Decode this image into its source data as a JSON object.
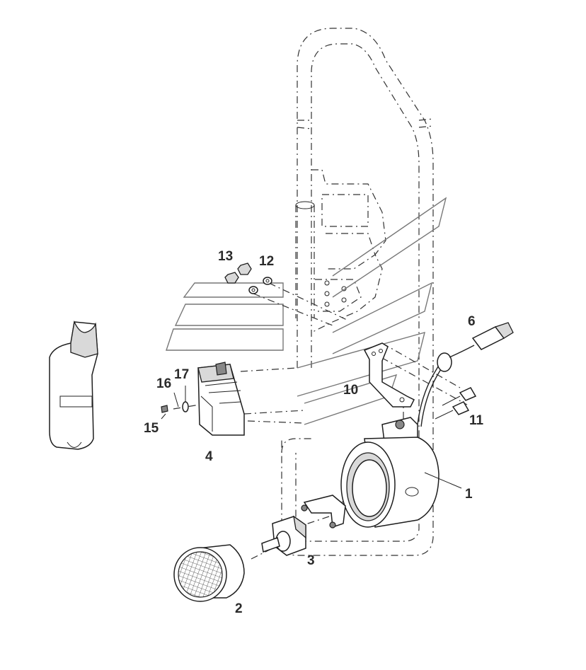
{
  "callouts": {
    "c1": "1",
    "c2": "2",
    "c3": "3",
    "c4": "4",
    "c6": "6",
    "c10": "10",
    "c11": "11",
    "c12": "12",
    "c13": "13",
    "c15": "15",
    "c16": "16",
    "c17": "17"
  }
}
